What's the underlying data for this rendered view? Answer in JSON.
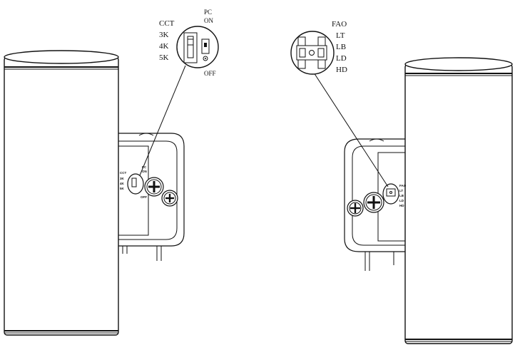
{
  "left_callout": {
    "cct_label": "CCT",
    "options": [
      "3K",
      "4K",
      "5K"
    ],
    "pc_label": "PC",
    "on_label": "ON",
    "off_label": "OFF"
  },
  "right_callout": {
    "options": [
      "FAO",
      "LT",
      "LB",
      "LD",
      "HD"
    ]
  }
}
